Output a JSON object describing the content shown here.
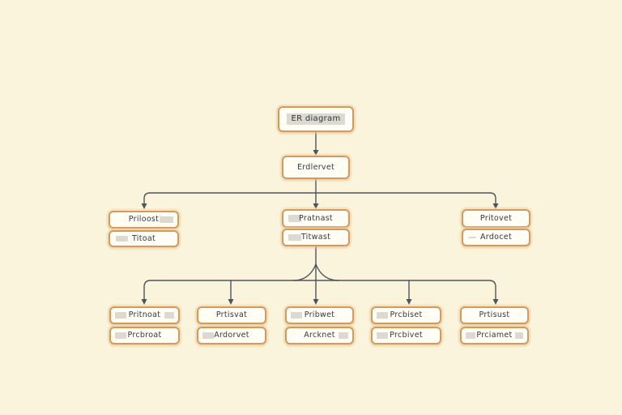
{
  "diagram": {
    "type": "tree-flowchart",
    "background_color": "#fbf4dc",
    "node_fill_color": "#fffdf4",
    "node_border_color": "#d6995c",
    "connector_color": "#4d565e",
    "highlight_color": "#dcd9d0",
    "title_node": {
      "label": "ER diagram"
    },
    "root_node": {
      "label": "Erdlervet"
    },
    "branches": [
      {
        "top": "Priloost",
        "bottom": "Titoat"
      },
      {
        "top": "Pratnast",
        "bottom": "Titwast"
      },
      {
        "top": "Pritovet",
        "bottom": "Ardocet"
      }
    ],
    "leaves": [
      {
        "top": "Pritnoat",
        "bottom": "Prcbroat"
      },
      {
        "top": "Prtisvat",
        "bottom": "Ardorvet"
      },
      {
        "top": "Pribwet",
        "bottom": "Arcknet"
      },
      {
        "top": "Prcbiset",
        "bottom": "Prcbivet"
      },
      {
        "top": "Prtisust",
        "bottom": "Prciamet"
      }
    ]
  }
}
